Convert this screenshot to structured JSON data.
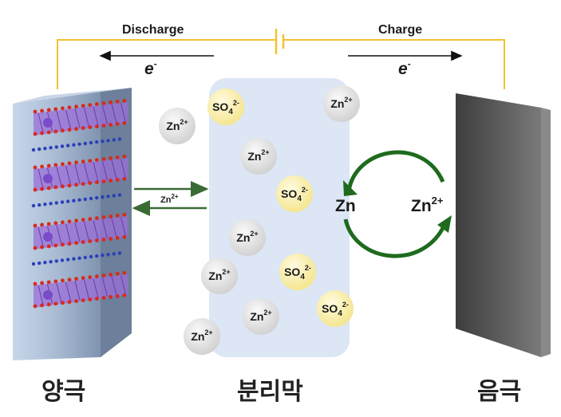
{
  "circuit": {
    "discharge_label": "Discharge",
    "charge_label": "Charge",
    "electron_left": "e",
    "electron_right": "e",
    "electron_sup": "-"
  },
  "electrodes": {
    "cathode_label": "양극",
    "separator_label": "분리막",
    "anode_label": "음극"
  },
  "exchange": {
    "ion_label": "Zn",
    "ion_sup": "2+"
  },
  "reaction": {
    "left": "Zn",
    "right": "Zn",
    "right_sup": "2+"
  },
  "ions": [
    {
      "base": "Zn",
      "sub": "",
      "sup": "2+",
      "kind": "zn"
    },
    {
      "base": "SO",
      "sub": "4",
      "sup": "2-",
      "kind": "so4"
    },
    {
      "base": "Zn",
      "sub": "",
      "sup": "2+",
      "kind": "zn"
    },
    {
      "base": "Zn",
      "sub": "",
      "sup": "2+",
      "kind": "zn"
    },
    {
      "base": "SO",
      "sub": "4",
      "sup": "2-",
      "kind": "so4"
    },
    {
      "base": "Zn",
      "sub": "",
      "sup": "2+",
      "kind": "zn"
    },
    {
      "base": "Zn",
      "sub": "",
      "sup": "2+",
      "kind": "zn"
    },
    {
      "base": "SO",
      "sub": "4",
      "sup": "2-",
      "kind": "so4"
    },
    {
      "base": "Zn",
      "sub": "",
      "sup": "2+",
      "kind": "zn"
    },
    {
      "base": "SO",
      "sub": "4",
      "sup": "2-",
      "kind": "so4"
    },
    {
      "base": "Zn",
      "sub": "",
      "sup": "2+",
      "kind": "zn"
    }
  ],
  "colors": {
    "wire": "#f2c230",
    "separator": "#dce6f5",
    "cathode": "#9fb0c8",
    "anode": "#5a5a5a",
    "exchange_arrow": "#3a6b35",
    "cycle_arrow": "#1e6b1e",
    "zn_fill": "#e6e6e6",
    "so4_fill": "#fbf2b8",
    "oxygen": "#d82a1e",
    "metal": "#2b3fb8",
    "polyhedra": "#9b6fd8"
  }
}
